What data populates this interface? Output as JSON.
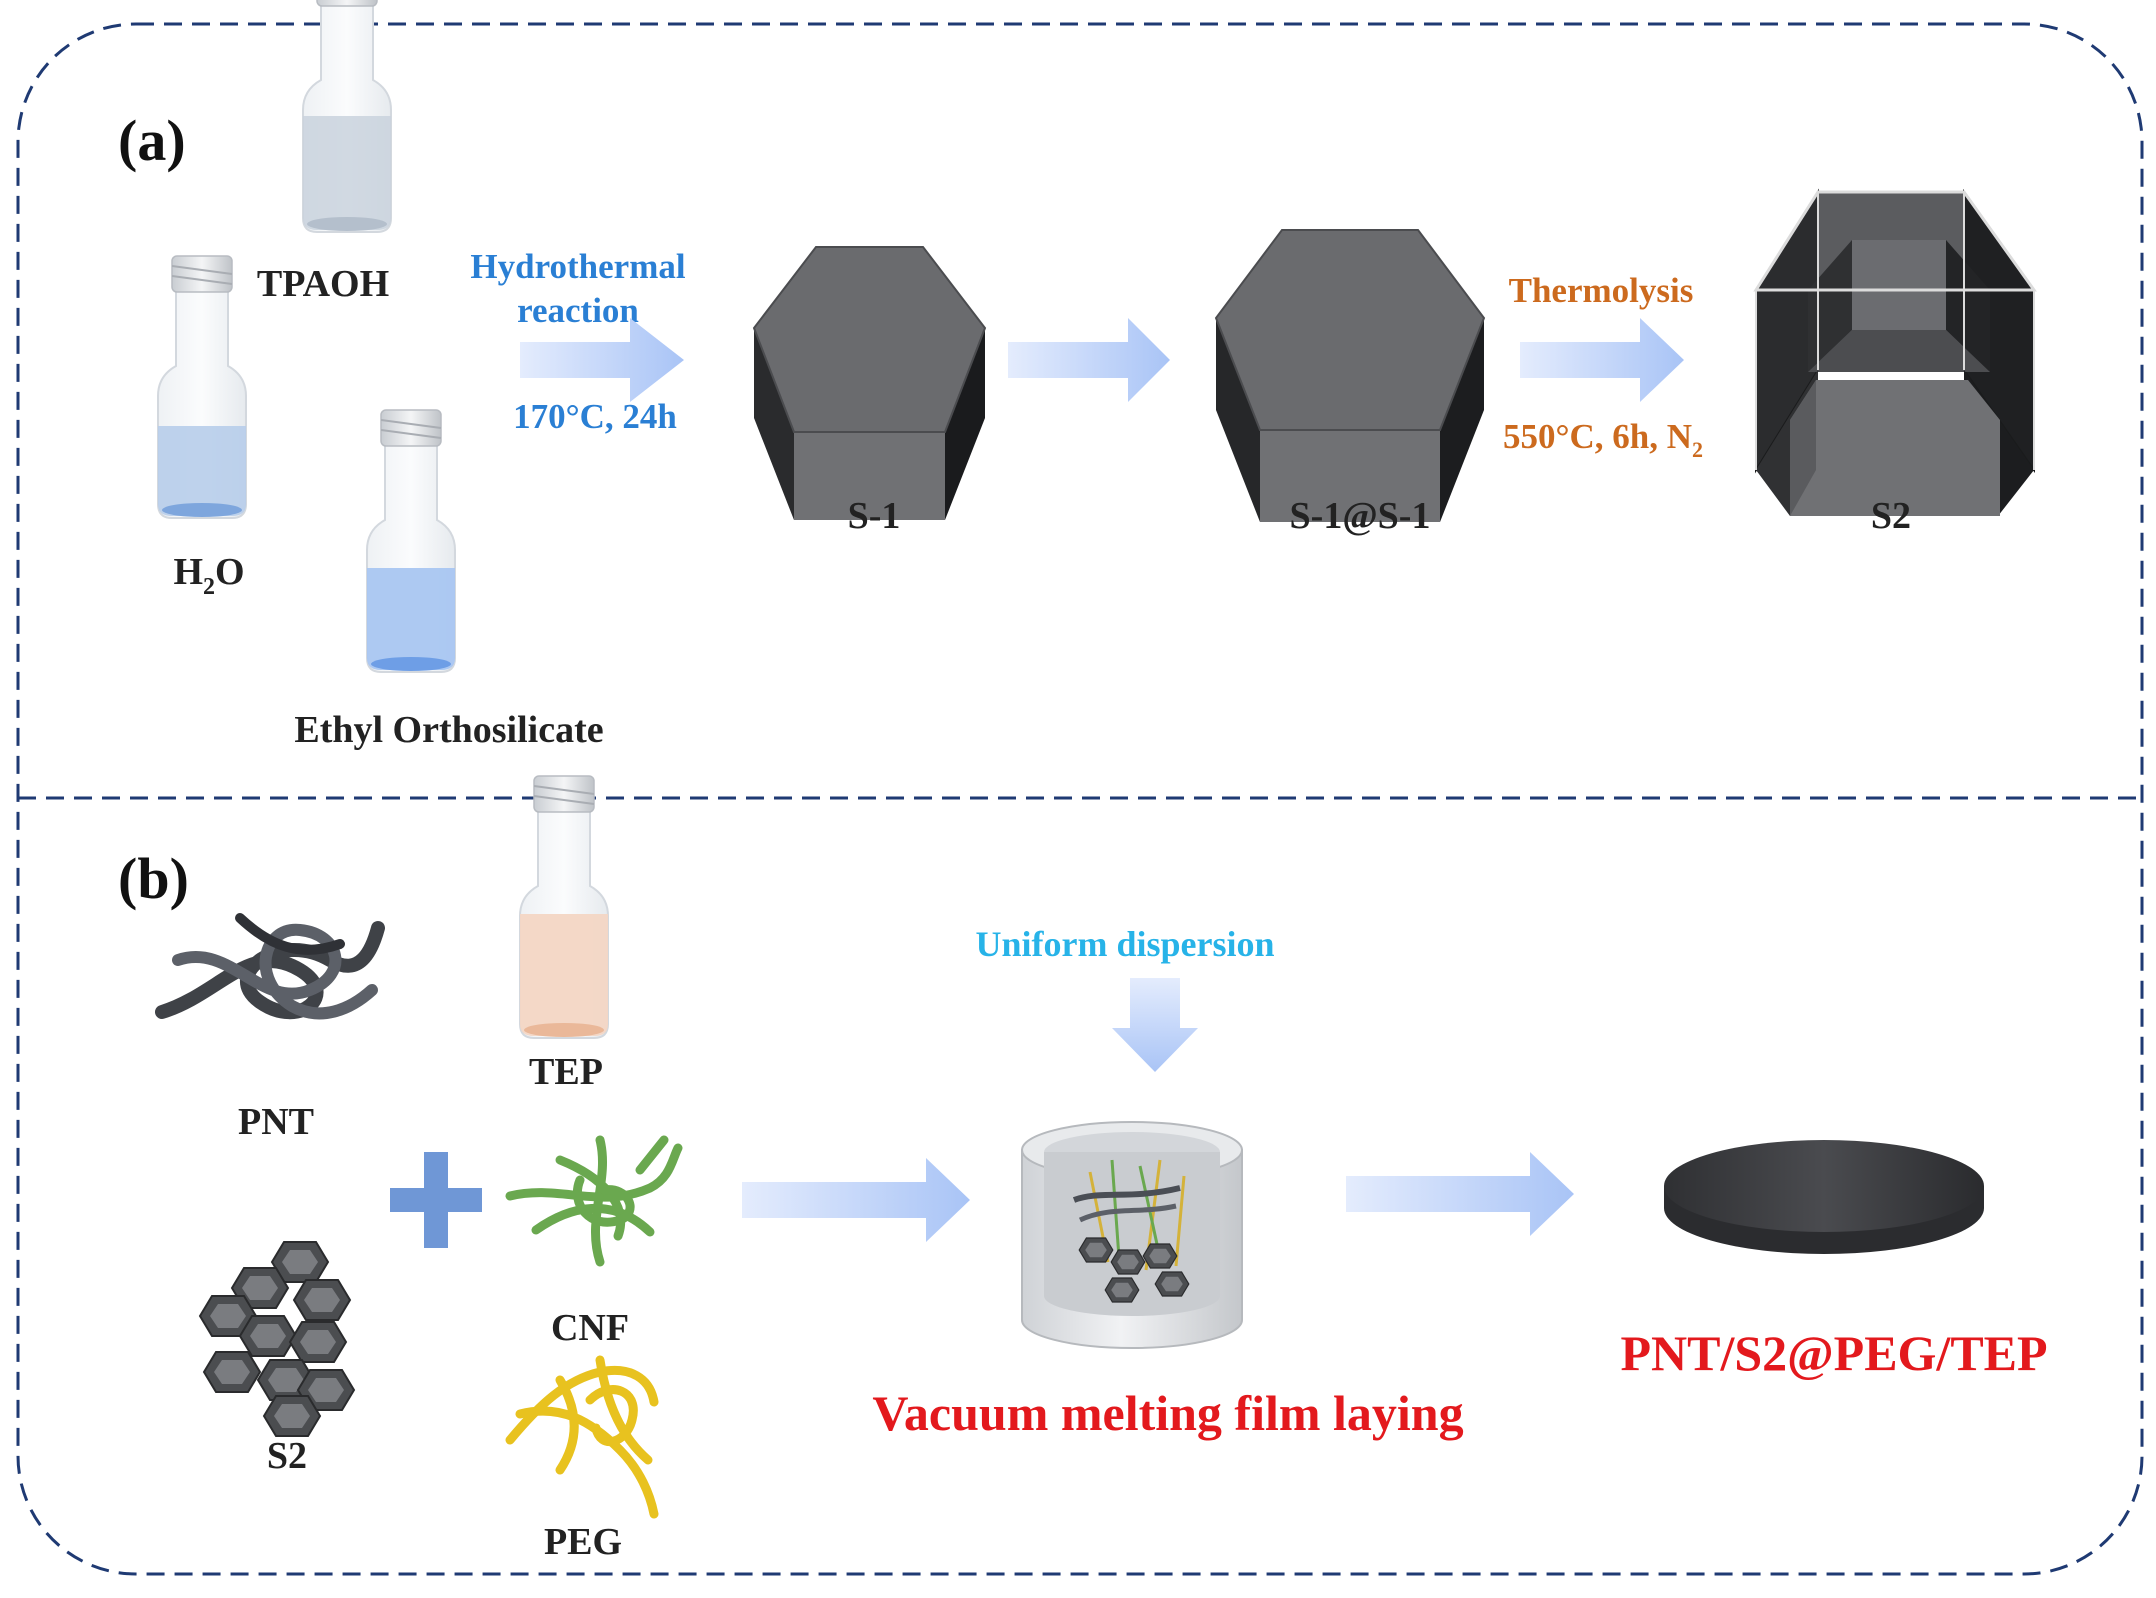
{
  "panel_a": {
    "label": "(a)",
    "reagents": {
      "tpaoh": "TPAOH",
      "water": "H",
      "water_sub": "2",
      "water_tail": "O",
      "teos": "Ethyl Orthosilicate"
    },
    "step1": {
      "title_line1": "Hydrothermal",
      "title_line2": "reaction",
      "condition": "170°C, 24h"
    },
    "step2": {
      "title": "Thermolysis",
      "condition": "550°C, 6h, N",
      "condition_sub": "2"
    },
    "products": {
      "s1": "S-1",
      "s1_at_s1": "S-1@S-1",
      "s2": "S2"
    }
  },
  "panel_b": {
    "label": "(b)",
    "materials": {
      "pnt": "PNT",
      "s2": "S2",
      "tep": "TEP",
      "cnf": "CNF",
      "peg": "PEG"
    },
    "dispersion": "Uniform dispersion",
    "process": "Vacuum melting film laying",
    "product": "PNT/S2@PEG/TEP"
  },
  "colors": {
    "frame": "#1f3a73",
    "arrow": "#aec6f5",
    "process_blue": "#2a7fd4",
    "thermolysis_orange": "#cc6a1e",
    "dispersion_cyan": "#27b3e8",
    "highlight_red": "#e3191d",
    "plus_sign": "#6f97d6",
    "pnt_fiber": "#4a4e55",
    "cnf_fiber": "#6aa84f",
    "peg_fiber": "#e8c21f"
  }
}
